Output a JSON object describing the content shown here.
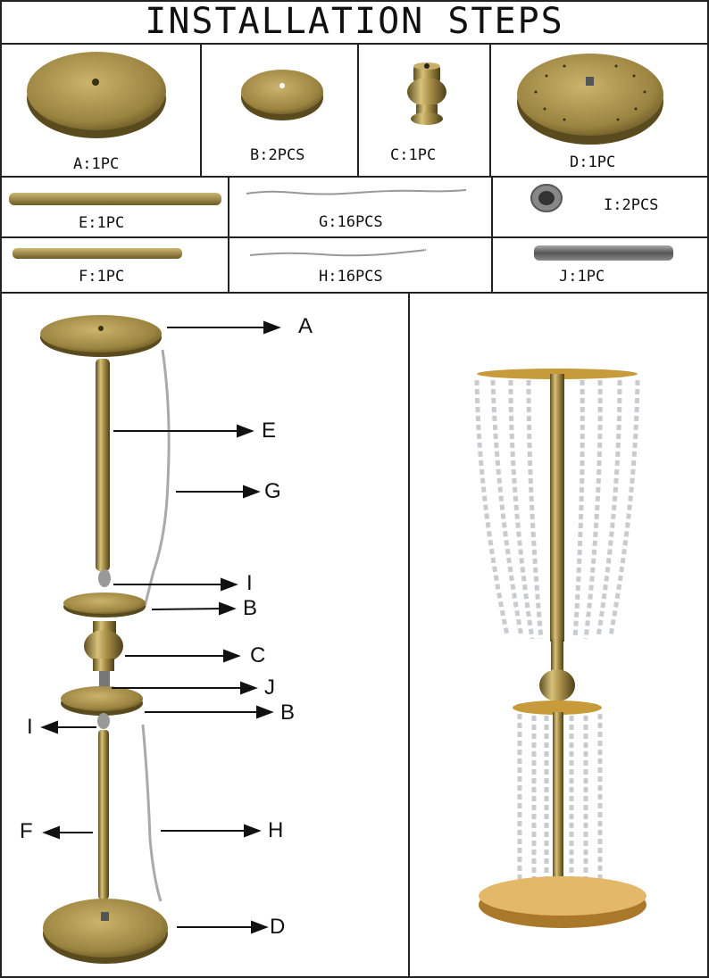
{
  "title": "INSTALLATION STEPS",
  "parts": {
    "A": "A:1PC",
    "B": "B:2PCS",
    "C": "C:1PC",
    "D": "D:1PC",
    "E": "E:1PC",
    "G": "G:16PCS",
    "I": "I:2PCS",
    "F": "F:1PC",
    "H": "H:16PCS",
    "J": "J:1PC"
  },
  "diagram": {
    "A": "A",
    "E": "E",
    "G": "G",
    "I_top": "I",
    "B_top": "B",
    "C": "C",
    "J": "J",
    "I_bottom": "I",
    "B_bottom": "B",
    "F": "F",
    "H": "H",
    "D": "D"
  },
  "colors": {
    "gold": "#b09a50",
    "gold_dark": "#6e5e2a",
    "crystal": "#c8ccd0"
  }
}
